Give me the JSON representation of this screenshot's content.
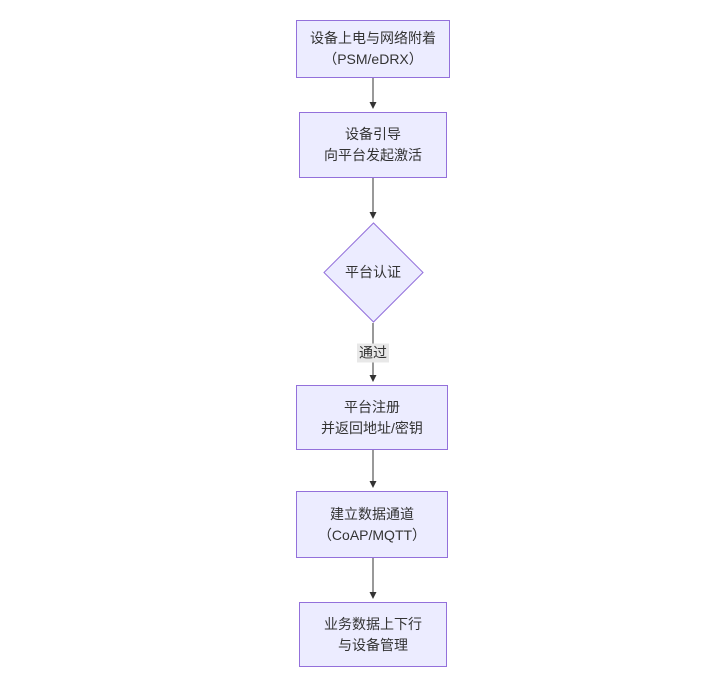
{
  "diagram": {
    "type": "flowchart-top-down",
    "colors": {
      "node_fill": "#ECECFF",
      "node_border": "#9370DB",
      "text_color": "#333333",
      "edge_color": "#333333",
      "edge_label_bg": "#e8e8e8",
      "canvas_bg": "#ffffff"
    },
    "nodes": [
      {
        "id": "power-attach",
        "shape": "rect",
        "lines": [
          "设备上电与网络附着",
          "（PSM/eDRX）"
        ]
      },
      {
        "id": "bootstrap-activate",
        "shape": "rect",
        "lines": [
          "设备引导",
          "向平台发起激活"
        ]
      },
      {
        "id": "platform-auth",
        "shape": "diamond",
        "lines": [
          "平台认证"
        ]
      },
      {
        "id": "platform-register",
        "shape": "rect",
        "lines": [
          "平台注册",
          "并返回地址/密钥"
        ]
      },
      {
        "id": "data-channel",
        "shape": "rect",
        "lines": [
          "建立数据通道",
          "（CoAP/MQTT）"
        ]
      },
      {
        "id": "business-data",
        "shape": "rect",
        "lines": [
          "业务数据上下行",
          "与设备管理"
        ]
      }
    ],
    "edges": [
      {
        "from": "power-attach",
        "to": "bootstrap-activate",
        "label": ""
      },
      {
        "from": "bootstrap-activate",
        "to": "platform-auth",
        "label": ""
      },
      {
        "from": "platform-auth",
        "to": "platform-register",
        "label": "通过"
      },
      {
        "from": "platform-register",
        "to": "data-channel",
        "label": ""
      },
      {
        "from": "data-channel",
        "to": "business-data",
        "label": ""
      }
    ]
  }
}
